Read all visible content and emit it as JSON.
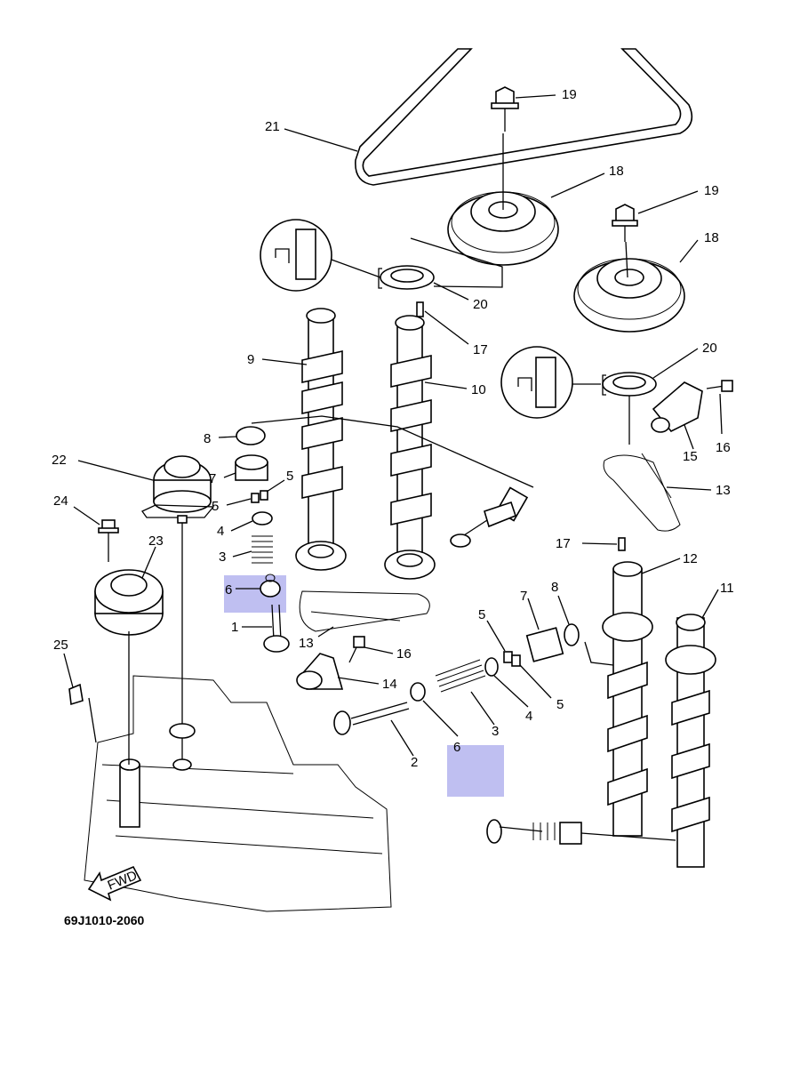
{
  "diagram_code": "69J1010-2060",
  "fwd_label": "FWD",
  "highlight_color": "#b4b4ee",
  "callouts": [
    {
      "id": "c21",
      "label": "21"
    },
    {
      "id": "c19a",
      "label": "19"
    },
    {
      "id": "c18a",
      "label": "18"
    },
    {
      "id": "c19b",
      "label": "19"
    },
    {
      "id": "c18b",
      "label": "18"
    },
    {
      "id": "c20a",
      "label": "20"
    },
    {
      "id": "c17a",
      "label": "17"
    },
    {
      "id": "c9",
      "label": "9"
    },
    {
      "id": "c10",
      "label": "10"
    },
    {
      "id": "c20b",
      "label": "20"
    },
    {
      "id": "c16a",
      "label": "16"
    },
    {
      "id": "c15",
      "label": "15"
    },
    {
      "id": "c13a",
      "label": "13"
    },
    {
      "id": "c22",
      "label": "22"
    },
    {
      "id": "c8a",
      "label": "8"
    },
    {
      "id": "c7a",
      "label": "7"
    },
    {
      "id": "c5a",
      "label": "5"
    },
    {
      "id": "c5b",
      "label": "5"
    },
    {
      "id": "c4a",
      "label": "4"
    },
    {
      "id": "c3a",
      "label": "3"
    },
    {
      "id": "c6a",
      "label": "6"
    },
    {
      "id": "c1",
      "label": "1"
    },
    {
      "id": "c24",
      "label": "24"
    },
    {
      "id": "c23",
      "label": "23"
    },
    {
      "id": "c25",
      "label": "25"
    },
    {
      "id": "c13b",
      "label": "13"
    },
    {
      "id": "c16b",
      "label": "16"
    },
    {
      "id": "c14",
      "label": "14"
    },
    {
      "id": "c17b",
      "label": "17"
    },
    {
      "id": "c12",
      "label": "12"
    },
    {
      "id": "c11",
      "label": "11"
    },
    {
      "id": "c5c",
      "label": "5"
    },
    {
      "id": "c7b",
      "label": "7"
    },
    {
      "id": "c8b",
      "label": "8"
    },
    {
      "id": "c5d",
      "label": "5"
    },
    {
      "id": "c4b",
      "label": "4"
    },
    {
      "id": "c3b",
      "label": "3"
    },
    {
      "id": "c6b",
      "label": "6"
    },
    {
      "id": "c2",
      "label": "2"
    }
  ]
}
